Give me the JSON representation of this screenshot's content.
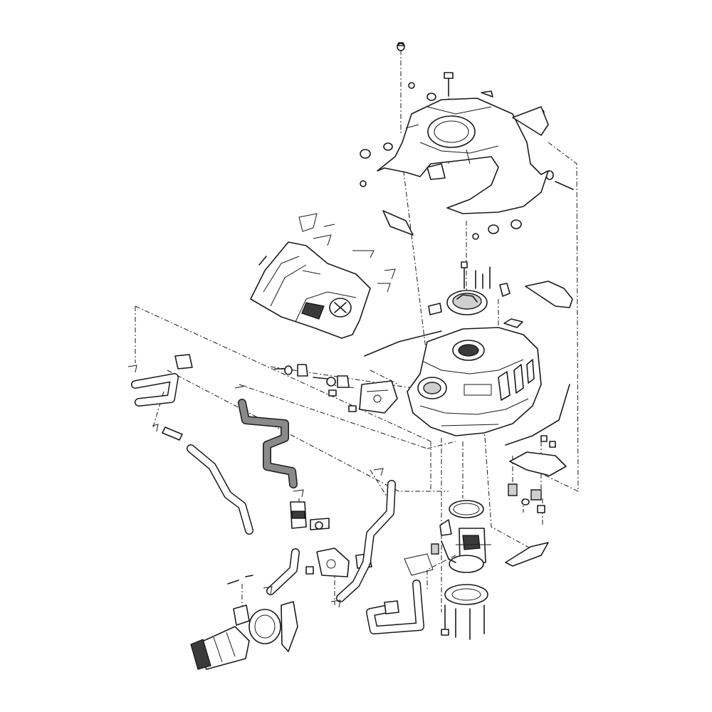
{
  "diagram": {
    "parts": [
      "upper-tank-cover",
      "side-cover-panel",
      "fuel-tank",
      "fuel-cap-assembly",
      "fuel-pump-assembly",
      "fuel-filter",
      "fuel-hose",
      "breather-hose",
      "canister",
      "tank-bracket",
      "pump-gasket",
      "pump-retainer-ring"
    ]
  }
}
